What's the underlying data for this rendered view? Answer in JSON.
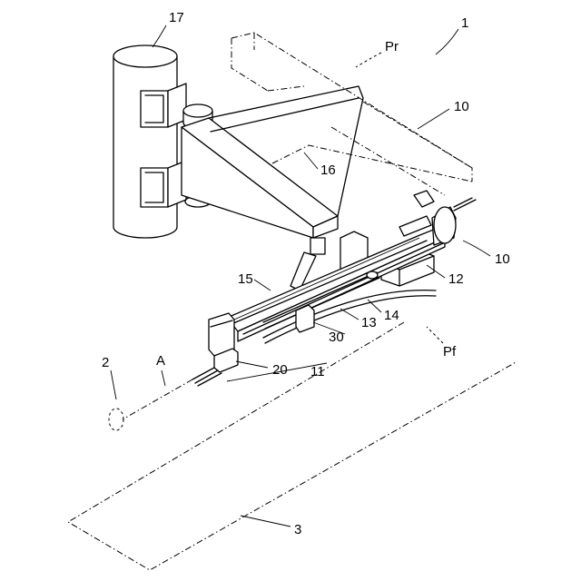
{
  "labels": {
    "l1": "1",
    "l2": "2",
    "l3": "3",
    "l10a": "10",
    "l10b": "10",
    "l11": "11",
    "l12": "12",
    "l13": "13",
    "l14": "14",
    "l15": "15",
    "l16": "16",
    "l17": "17",
    "l20": "20",
    "l30": "30",
    "lA": "A",
    "lPf": "Pf",
    "lPr": "Pr"
  }
}
